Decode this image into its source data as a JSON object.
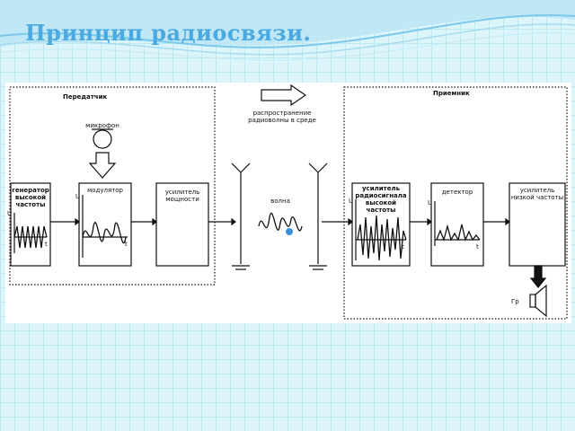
{
  "title": "Принцип радиосвязи.",
  "transmitter": {
    "header": "Передатчик",
    "microphone": "микрофон",
    "generator": "генератор высокой частоты",
    "modulator": "модулятор",
    "power_amplifier": "усилитель мощности"
  },
  "propagation": {
    "label": "распространение радиоволны в среде",
    "wave": "волна"
  },
  "receiver": {
    "header": "Приемник",
    "rf_amplifier": "усилитель радиосигнала высокой частоты",
    "detector": "детектор",
    "lf_amplifier": "усилитель низкой частоты",
    "speaker": "Гр"
  },
  "axis": {
    "u": "U",
    "t": "t"
  },
  "colors": {
    "title": "#4aa9e0",
    "background": "#dcf5fa",
    "accent_dot": "#3a8fd9"
  }
}
